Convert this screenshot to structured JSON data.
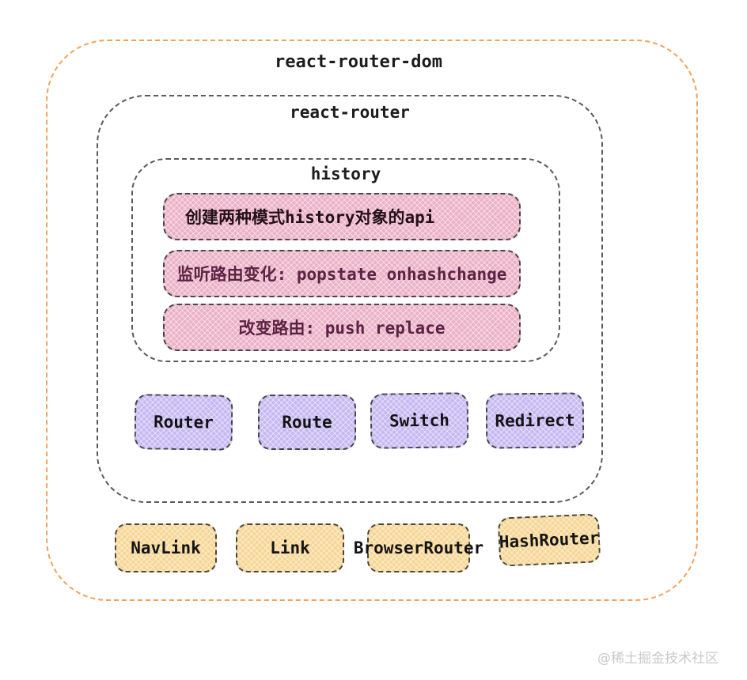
{
  "containers": {
    "react_router_dom": {
      "label": "react-router-dom",
      "border_color": "#f0a25e"
    },
    "react_router": {
      "label": "react-router",
      "border_color": "#5a5a5a"
    },
    "history": {
      "label": "history",
      "border_color": "#5a5a5a"
    }
  },
  "history_api_items": [
    {
      "text": "创建两种模式history对象的api",
      "text_color": "#231018",
      "fill": "#ebb1c6"
    },
    {
      "text": "监听路由变化: popstate onhashchange",
      "text_color": "#5c2344",
      "fill": "#ebb1c6"
    },
    {
      "text": "改变路由: push replace",
      "text_color": "#5c2344",
      "fill": "#ebb1c6"
    }
  ],
  "react_router_components": [
    {
      "label": "Router"
    },
    {
      "label": "Route"
    },
    {
      "label": "Switch"
    },
    {
      "label": "Redirect"
    }
  ],
  "react_router_dom_components": [
    {
      "label": "NavLink"
    },
    {
      "label": "Link"
    },
    {
      "label": "BrowserRouter"
    },
    {
      "label": "HashRouter"
    }
  ],
  "colors": {
    "react_router_component_fill": "#c6b8f2",
    "react_router_dom_component_fill": "#f6d694",
    "pill_border": "#474747",
    "watermark": "#c9c9c9"
  },
  "watermark": {
    "text": "@稀土掘金技术社区"
  }
}
